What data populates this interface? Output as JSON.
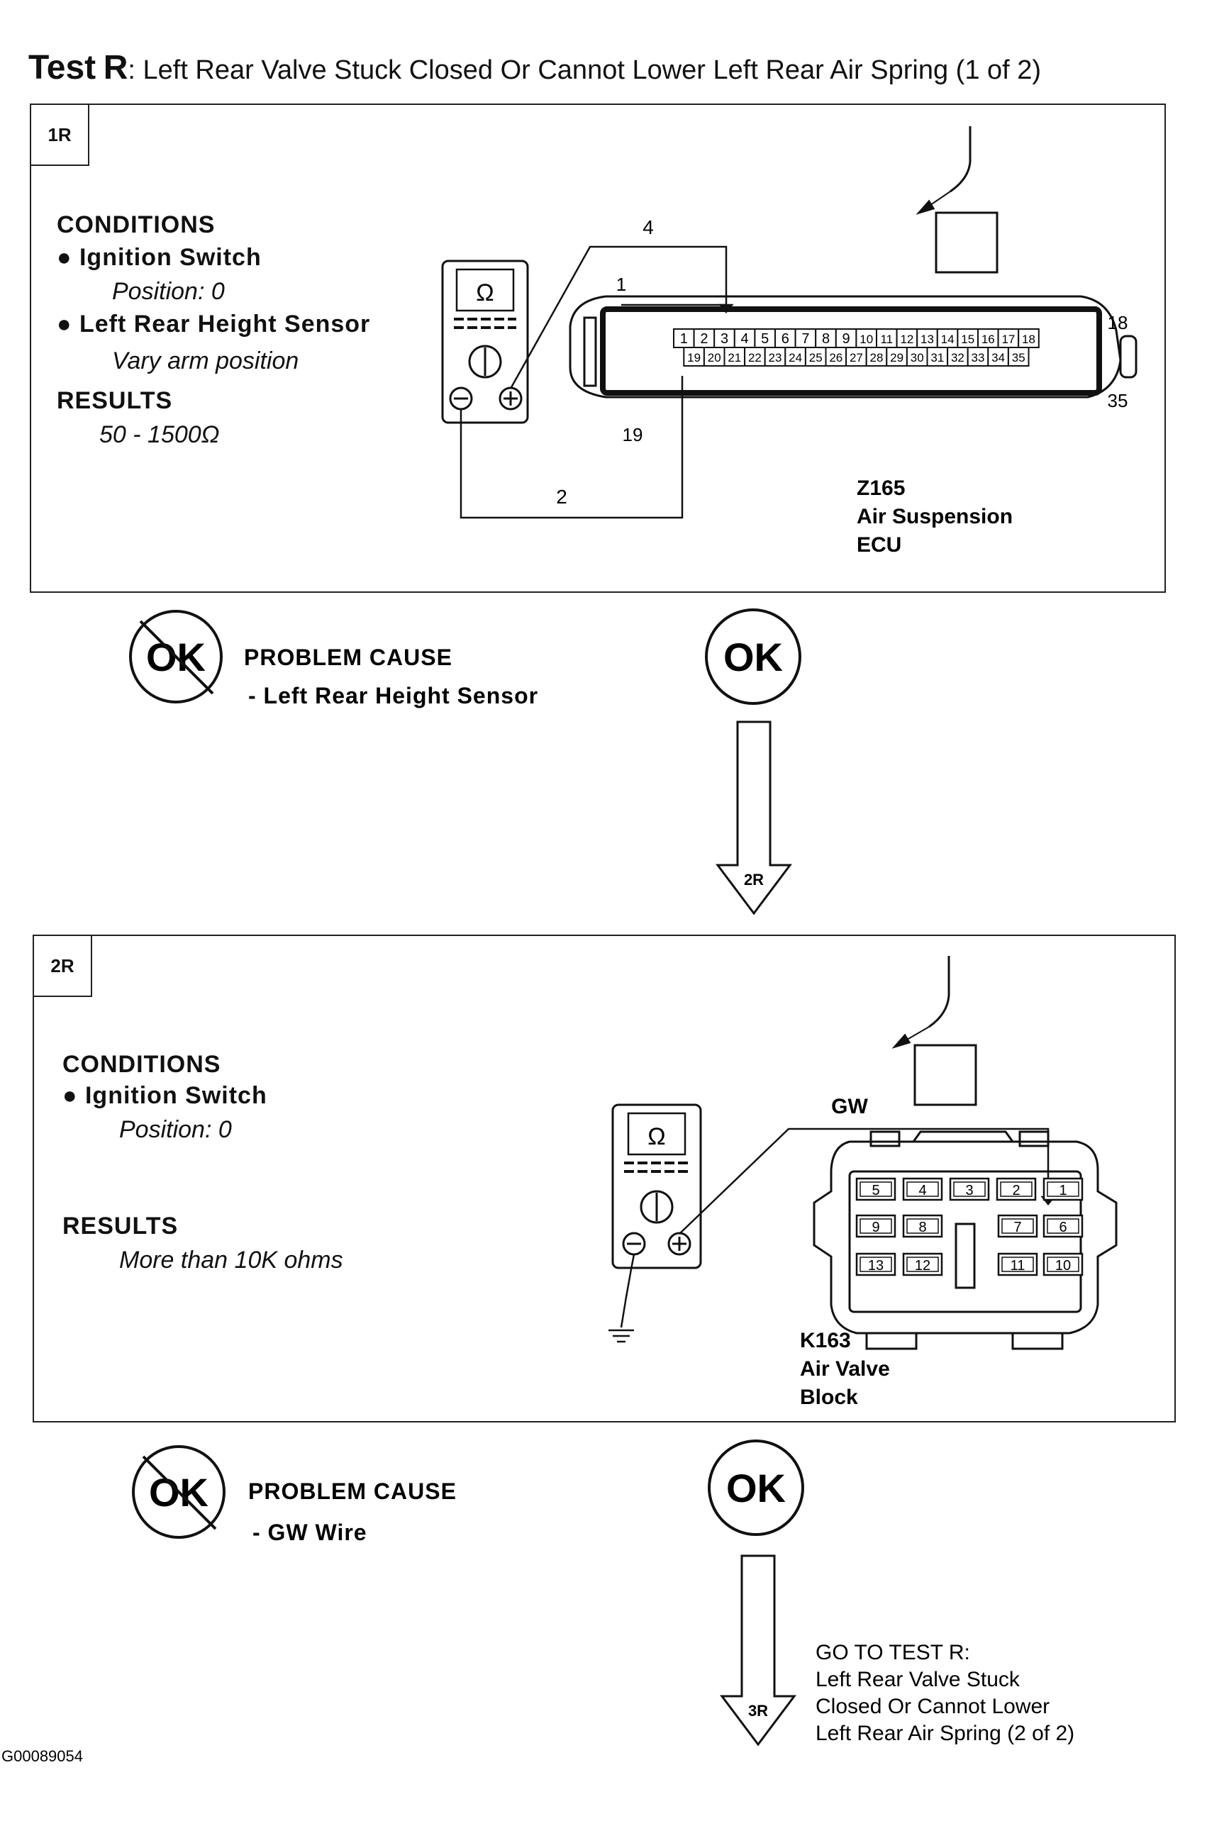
{
  "title": {
    "test_word": "Test",
    "test_letter": "R",
    "rest": ": Left Rear Valve Stuck Closed Or Cannot Lower Left Rear Air Spring (1 of 2)"
  },
  "step1": {
    "tag": "1R",
    "conditions_heading": "CONDITIONS",
    "condition1": "Ignition Switch",
    "condition1_detail": "Position: 0",
    "condition2": "Left Rear Height Sensor",
    "condition2_detail": "Vary arm position",
    "results_heading": "RESULTS",
    "results_value": "50 - 1500Ω",
    "meter_symbol": "Ω",
    "wire_labels": [
      "4",
      "1",
      "2"
    ],
    "pin_row1": [
      "1",
      "2",
      "3",
      "4",
      "5",
      "6",
      "7",
      "8",
      "9",
      "10",
      "11",
      "12",
      "13",
      "14",
      "15",
      "16",
      "17",
      "18"
    ],
    "pin_row2": [
      "19",
      "20",
      "21",
      "22",
      "23",
      "24",
      "25",
      "26",
      "27",
      "28",
      "29",
      "30",
      "31",
      "32",
      "33",
      "34",
      "35"
    ],
    "connector_end_labels": [
      "18",
      "35",
      "19"
    ],
    "component_id": "Z165",
    "component_name1": "Air Suspension",
    "component_name2": "ECU",
    "not_ok_label": "OK",
    "problem_heading": "PROBLEM CAUSE",
    "problem_cause": "- Left Rear Height Sensor",
    "ok_label": "OK",
    "arrow_label": "2R"
  },
  "step2": {
    "tag": "2R",
    "conditions_heading": "CONDITIONS",
    "condition1": "Ignition Switch",
    "condition1_detail": "Position: 0",
    "results_heading": "RESULTS",
    "results_value": "More than 10K ohms",
    "meter_symbol": "Ω",
    "wire_label": "GW",
    "pin_row1": [
      "5",
      "4",
      "3",
      "2",
      "1"
    ],
    "pin_row2": [
      "9",
      "8",
      "7",
      "6"
    ],
    "pin_row3": [
      "13",
      "12",
      "11",
      "10"
    ],
    "component_id": "K163",
    "component_name1": "Air Valve",
    "component_name2": "Block",
    "not_ok_label": "OK",
    "problem_heading": "PROBLEM CAUSE",
    "problem_cause": "- GW  Wire",
    "ok_label": "OK",
    "arrow_label": "3R"
  },
  "goto": {
    "line1": "GO TO TEST R:",
    "line2": "Left Rear Valve Stuck",
    "line3": "Closed Or Cannot Lower",
    "line4": "Left Rear Air Spring (2 of 2)"
  },
  "figure_id": "G00089054"
}
